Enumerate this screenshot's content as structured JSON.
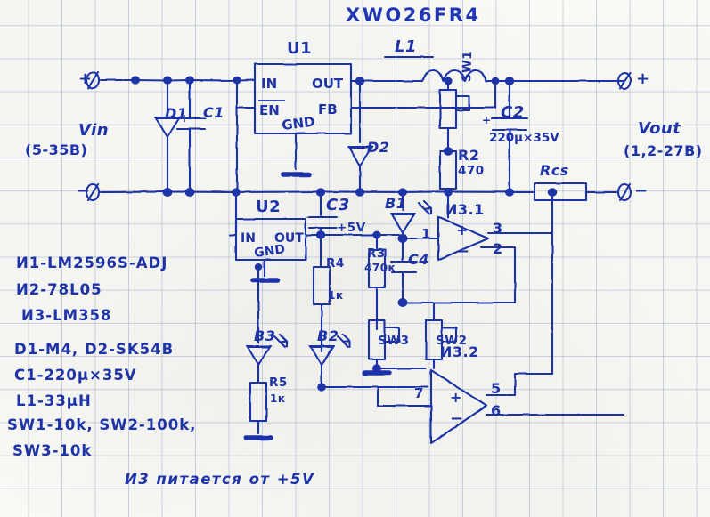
{
  "document": {
    "kind": "hand-drawn-schematic",
    "title": "XWO26FR4",
    "ink_color": "#1f33a8",
    "paper_color": "#fbfbf7",
    "grid_color": "#788cb9",
    "caption": "И3 питается от +5V"
  },
  "terminals": {
    "vin_plus": "+",
    "vin_minus": "−",
    "vin_label": "Vin",
    "vin_range": "(5-35B)",
    "vout_plus": "+",
    "vout_minus": "−",
    "vout_label": "Vout",
    "vout_range": "(1,2-27B)"
  },
  "blocks": {
    "u1": {
      "ref": "U1",
      "pins": {
        "in": "IN",
        "en": "EN",
        "out": "OUT",
        "fb": "FB",
        "gnd": "GND"
      }
    },
    "u2": {
      "ref": "U2",
      "pins": {
        "in": "IN",
        "out": "OUT",
        "gnd": "GND"
      }
    },
    "u3_1": {
      "ref": "И3.1",
      "pin_in": "1",
      "pin_plus": "3",
      "pin_minus": "2",
      "sym_plus": "+",
      "sym_minus": "−"
    },
    "u3_2": {
      "ref": "И3.2",
      "pin_in": "7",
      "pin_plus": "5",
      "pin_minus": "6",
      "sym_plus": "+",
      "sym_minus": "−"
    }
  },
  "components": [
    {
      "ref": "D1",
      "value": ""
    },
    {
      "ref": "C1",
      "value": "",
      "polarity": "+"
    },
    {
      "ref": "L1",
      "value": ""
    },
    {
      "ref": "SW1",
      "value": ""
    },
    {
      "ref": "C2",
      "value": "220μ×35V",
      "polarity": "+"
    },
    {
      "ref": "D2",
      "value": ""
    },
    {
      "ref": "R2",
      "value": "470"
    },
    {
      "ref": "Rcs",
      "value": ""
    },
    {
      "ref": "C3",
      "value": ""
    },
    {
      "ref": "B1",
      "value": ""
    },
    {
      "ref": "R3",
      "value": "470к"
    },
    {
      "ref": "C4",
      "value": ""
    },
    {
      "ref": "R4",
      "value": "1к"
    },
    {
      "ref": "B2",
      "value": ""
    },
    {
      "ref": "B3",
      "value": ""
    },
    {
      "ref": "R5",
      "value": "1к"
    },
    {
      "ref": "SW2",
      "value": ""
    },
    {
      "ref": "SW3",
      "value": ""
    }
  ],
  "nets": {
    "plus5v": "+5V"
  },
  "bom_notes": [
    "И1-LM2596S-ADJ",
    "И2-78L05",
    "И3-LM358",
    "D1-M4, D2-SK54B",
    "C1-220μ×35V",
    "L1-33μH",
    "SW1-10k, SW2-100k,",
    "SW3-10k"
  ]
}
